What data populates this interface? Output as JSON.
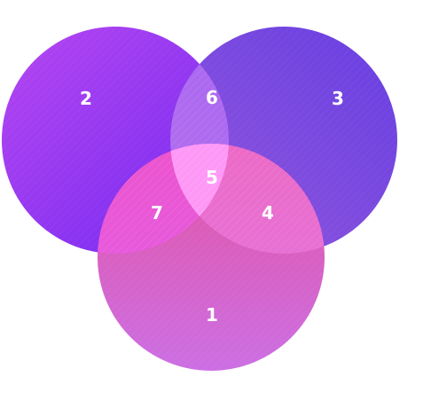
{
  "colors": {
    "background": "#ffffff",
    "circle_left_start": "#b23cf0",
    "circle_left_end": "#6a1ef0",
    "circle_right_start": "#5a2ee0",
    "circle_right_end": "#8a49d8",
    "circle_bottom_start": "#e03a94",
    "circle_bottom_end": "#c55be0",
    "overlap_glow": "#ff9cf8"
  },
  "regions": {
    "only_bottom": "1",
    "only_left": "2",
    "only_right": "3",
    "right_bottom": "4",
    "center_all": "5",
    "left_right": "6",
    "left_bottom": "7"
  }
}
